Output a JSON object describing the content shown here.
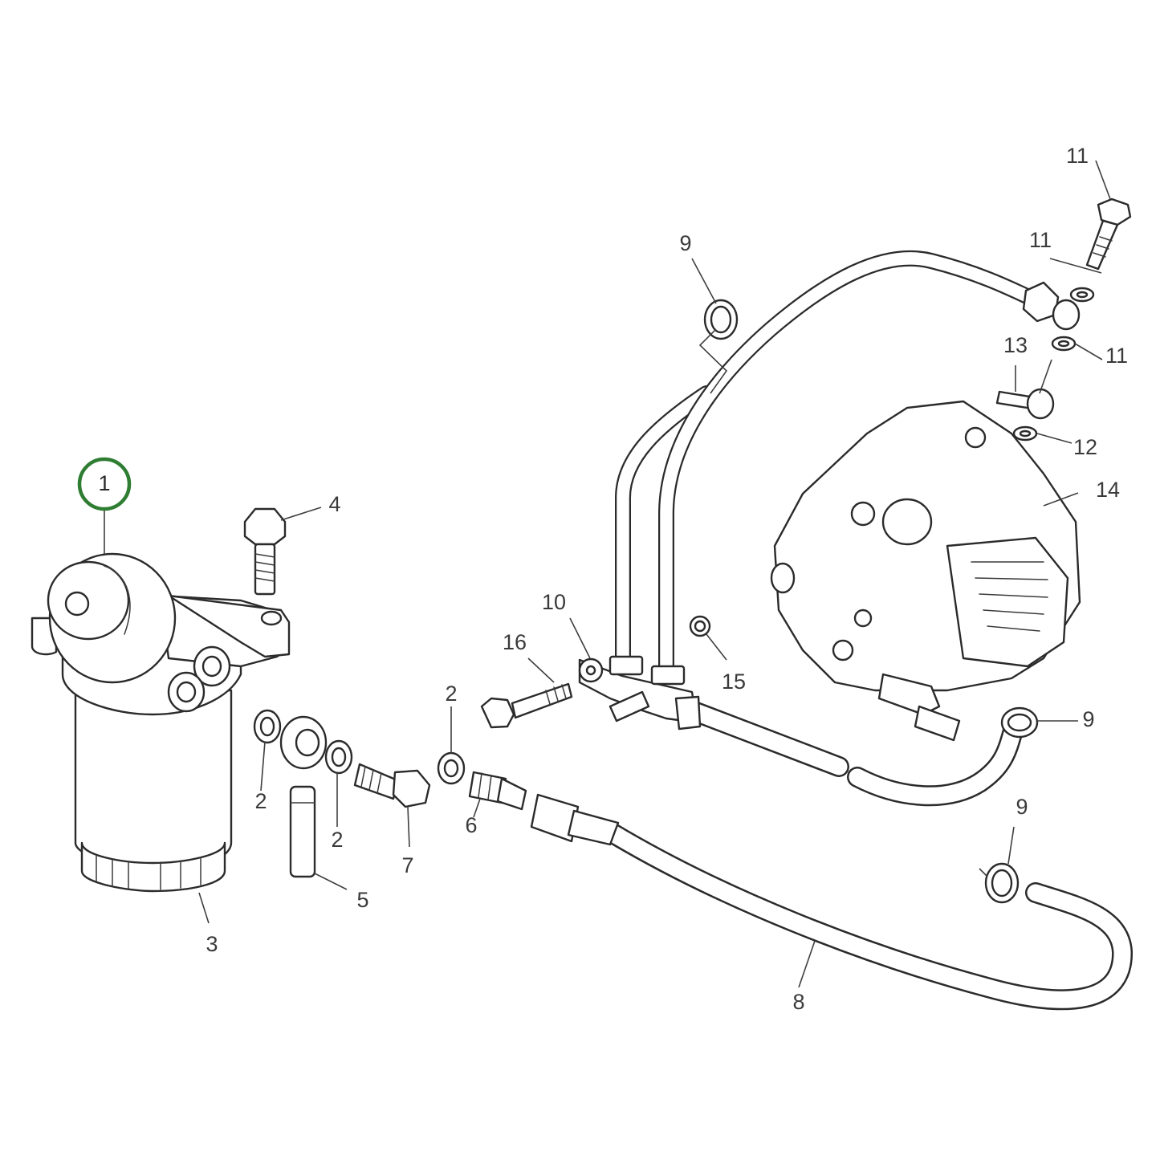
{
  "diagram": {
    "selected_callout": "1",
    "highlight_color": "#2e7d32",
    "line_color": "#2b2b2b",
    "callouts": {
      "c1": "1",
      "c2a": "2",
      "c2b": "2",
      "c2c": "2",
      "c3": "3",
      "c4": "4",
      "c5": "5",
      "c6": "6",
      "c7": "7",
      "c8": "8",
      "c9a": "9",
      "c9b": "9",
      "c9c": "9",
      "c10": "10",
      "c11a": "11",
      "c11b": "11",
      "c11c": "11",
      "c12": "12",
      "c13": "13",
      "c14": "14",
      "c15": "15",
      "c16": "16"
    }
  }
}
